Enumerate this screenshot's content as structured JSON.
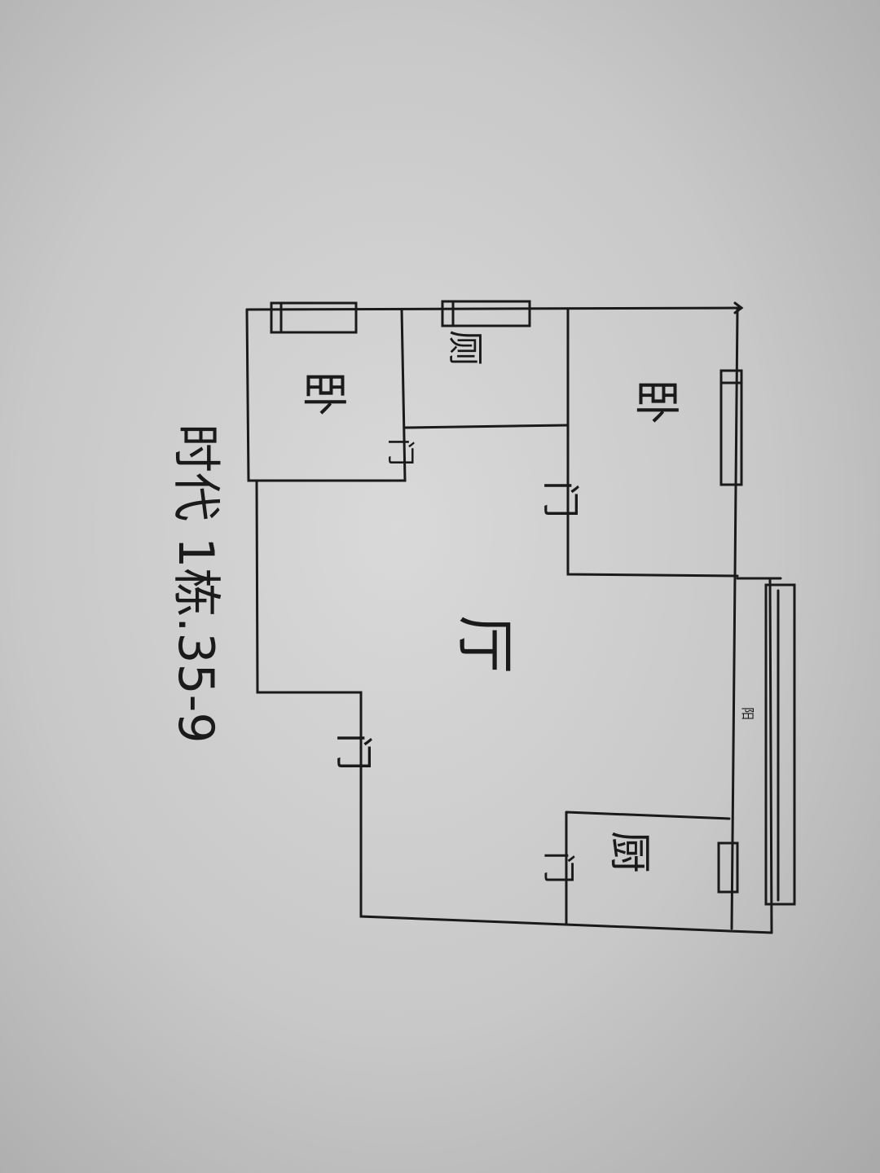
{
  "plan": {
    "rooms": {
      "bedroom_right": "卧",
      "bedroom_left": "卧",
      "toilet": "厕",
      "living_room": "厅",
      "kitchen": "厨",
      "balcony": "阳"
    },
    "doors": {
      "bedroom_right_door": "门",
      "bedroom_left_door": "门",
      "entrance_door": "门",
      "kitchen_door": "门"
    },
    "caption": "时代 1栋.35-9",
    "ink_color": "#1a1a1a",
    "paper_color": "#cfcfcf"
  }
}
